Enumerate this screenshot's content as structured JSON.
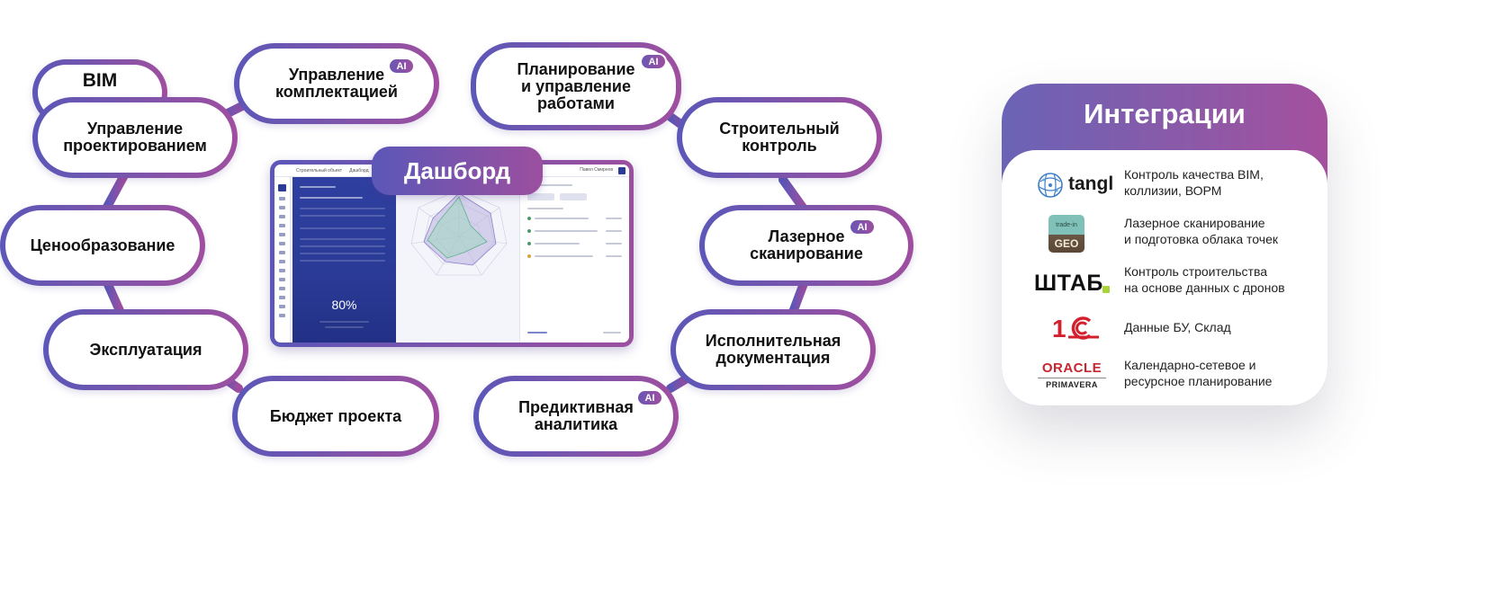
{
  "colors": {
    "accent_start": "#5b57b8",
    "accent_end": "#a04e9f",
    "dashboard_blue": "#2c3a98"
  },
  "nodes": {
    "bim": {
      "label": "BIM"
    },
    "design": {
      "label": "Управление\nпроектированием"
    },
    "procurement": {
      "label": "Управление\nкомплектацией",
      "badge": "AI"
    },
    "planning": {
      "label": "Планирование\nи управление\nработами",
      "badge": "AI"
    },
    "construction_control": {
      "label": "Строительный\nконтроль"
    },
    "laser": {
      "label": "Лазерное\nсканирование",
      "badge": "AI"
    },
    "as_built": {
      "label": "Исполнительная\nдокументация"
    },
    "predictive": {
      "label": "Предиктивная\nаналитика",
      "badge": "AI"
    },
    "budget": {
      "label": "Бюджет проекта"
    },
    "operation": {
      "label": "Эксплуатация"
    },
    "pricing": {
      "label": "Ценообразование"
    }
  },
  "dashboard": {
    "title": "Дашборд",
    "breadcrumb_object": "Строительный объект",
    "breadcrumb_page": "Дашборд",
    "user": "Павел Смирнов",
    "percent": "80%"
  },
  "integrations": {
    "title": "Интеграции",
    "items": [
      {
        "logo": "tangl",
        "logo_icon": "globe-network-icon",
        "desc": "Контроль качества BIM,\nколлизии, ВОРМ"
      },
      {
        "logo_top": "trade-in",
        "logo": "GEO",
        "logo_icon": "geo-tile-icon",
        "desc": "Лазерное сканирование\nи подготовка облака точек"
      },
      {
        "logo": "ШТАБ",
        "logo_icon": "shtab-wordmark",
        "desc": "Контроль строительства\nна основе данных с дронов"
      },
      {
        "logo": "1С",
        "logo_icon": "1c-logo",
        "desc": "Данные БУ, Склад"
      },
      {
        "logo": "ORACLE",
        "logo_sub": "PRIMAVERA",
        "logo_icon": "oracle-wordmark",
        "desc": "Календарно-сетевое и\nресурсное планирование"
      }
    ]
  }
}
